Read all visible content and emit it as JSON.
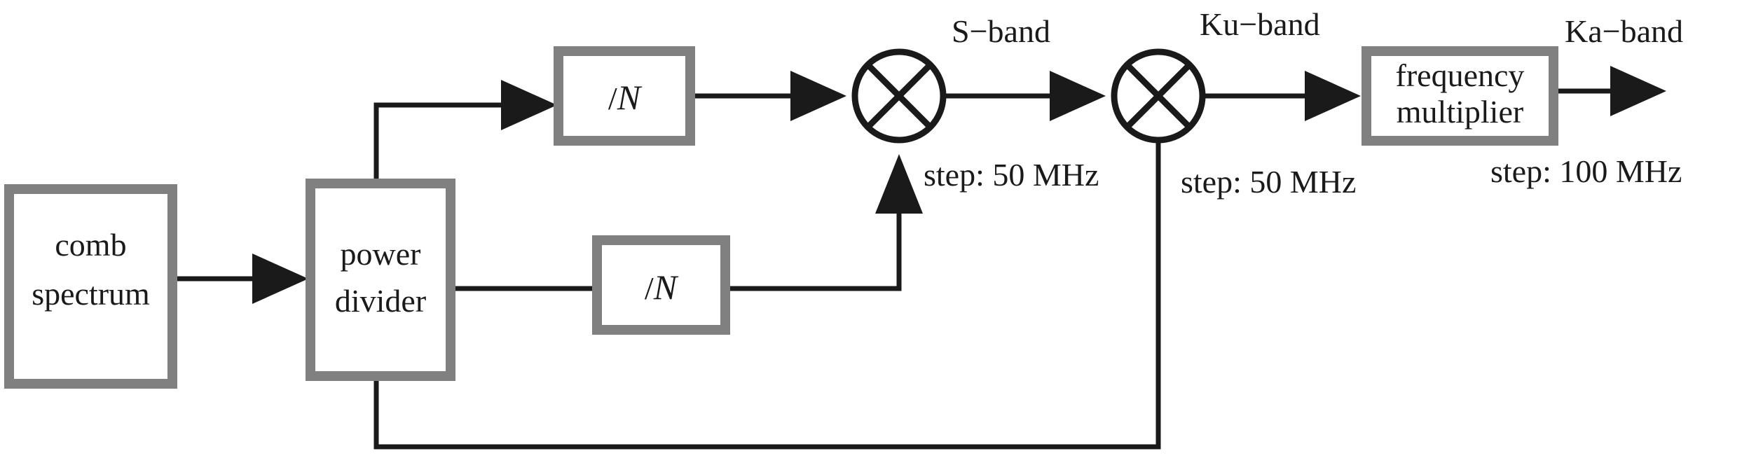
{
  "blocks": {
    "comb_spectrum": {
      "line1": "comb",
      "line2": "spectrum"
    },
    "power_divider": {
      "line1": "power",
      "line2": "divider"
    },
    "divider_top": {
      "slash": "/",
      "n": "N"
    },
    "divider_bottom": {
      "slash": "/",
      "n": "N"
    },
    "frequency_multiplier": {
      "line1": "frequency",
      "line2": "multiplier"
    }
  },
  "labels": {
    "s_band": "S−band",
    "ku_band": "Ku−band",
    "ka_band": "Ka−band",
    "step_mixer1": "step: 50 MHz",
    "step_mixer2": "step: 50 MHz",
    "step_output": "step: 100 MHz"
  },
  "colors": {
    "block_border": "#808080",
    "wire": "#1a1a1a",
    "background": "#ffffff"
  }
}
